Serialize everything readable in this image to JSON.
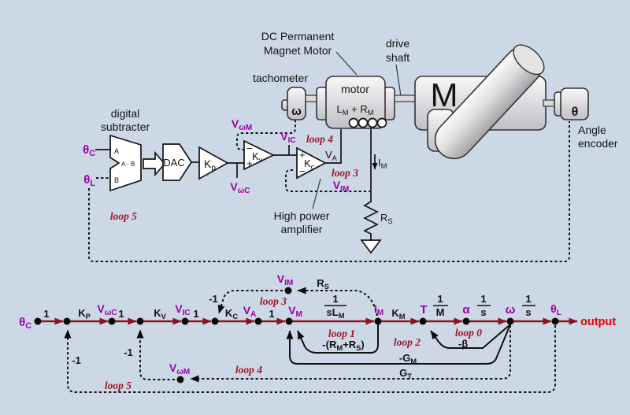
{
  "colors": {
    "bg": "#ccd8e6",
    "wire": "#87141f",
    "purple": "#9c00a8",
    "loopred": "#a11622",
    "outred": "#e00000",
    "ink": "#131313",
    "metal_light": "#f7f7f8",
    "metal_dark": "#c0c0c6"
  },
  "sym": {
    "theta_c": [
      [
        "θ",
        ""
      ],
      [
        "C",
        "sub"
      ]
    ],
    "theta_l": [
      [
        "θ",
        ""
      ],
      [
        "L",
        "sub"
      ]
    ],
    "v_wm": [
      [
        "V",
        ""
      ],
      [
        "ωM",
        "sub"
      ]
    ],
    "v_wc": [
      [
        "V",
        ""
      ],
      [
        "ωC",
        "sub"
      ]
    ],
    "v_ic": [
      [
        "V",
        ""
      ],
      [
        "IC",
        "sub"
      ]
    ],
    "v_im": [
      [
        "V",
        ""
      ],
      [
        "IM",
        "sub"
      ]
    ],
    "v_a": [
      [
        "V",
        ""
      ],
      [
        "A",
        "sub"
      ]
    ],
    "v_m": [
      [
        "V",
        ""
      ],
      [
        "M",
        "sub"
      ]
    ],
    "i_m": [
      [
        "I",
        ""
      ],
      [
        "M",
        "sub"
      ]
    ],
    "r_s": [
      [
        "R",
        ""
      ],
      [
        "S",
        "sub"
      ]
    ],
    "t": "T",
    "alpha": "α",
    "omega": "ω",
    "theta": "θ",
    "one": "1",
    "minus_one": "-1",
    "neg_beta": "-β",
    "k_m": [
      [
        "K",
        ""
      ],
      [
        "M",
        "sub"
      ]
    ],
    "g_t": [
      [
        "G",
        ""
      ],
      [
        "T",
        "sub"
      ]
    ],
    "neg_g_m": [
      [
        "-G",
        ""
      ],
      [
        "M",
        "sub"
      ]
    ],
    "loop1_gain": [
      [
        "-(R",
        ""
      ],
      [
        "M",
        "sub"
      ],
      [
        "+R",
        ""
      ],
      [
        "S",
        "sub"
      ],
      [
        ")",
        ""
      ]
    ]
  },
  "upper": {
    "subtracter_title1": "digital",
    "subtracter_title2": "subtracter",
    "input_a": "A",
    "a_minus_b": "A - B",
    "input_b": "B",
    "dac": "DAC",
    "k_p": [
      [
        "K",
        ""
      ],
      [
        "p",
        "sub"
      ]
    ],
    "k_v": [
      [
        "K",
        ""
      ],
      [
        "v",
        "sub"
      ]
    ],
    "k_c": [
      [
        "K",
        ""
      ],
      [
        "c",
        "sub"
      ]
    ],
    "plus": "+",
    "minus": "−",
    "motor_title1": "DC Permanent",
    "motor_title2": "Magnet Motor",
    "tachometer": "tachometer",
    "drive1": "drive",
    "drive2": "shaft",
    "motor_name": "motor",
    "motor_winding": [
      [
        "L",
        ""
      ],
      [
        "M",
        "sub"
      ],
      [
        " + R",
        ""
      ],
      [
        "M",
        "sub"
      ]
    ],
    "load_m": "M",
    "angle1": "Angle",
    "angle2": "encoder",
    "hpa1": "High power",
    "hpa2": "amplifier",
    "loop3": "loop 3",
    "loop4": "loop 4",
    "loop5": "loop 5"
  },
  "lower": {
    "gains": {
      "k_p": [
        [
          "K",
          ""
        ],
        [
          "P",
          "sub"
        ]
      ],
      "k_v": [
        [
          "K",
          ""
        ],
        [
          "V",
          "sub"
        ]
      ],
      "k_c": [
        [
          "K",
          ""
        ],
        [
          "C",
          "sub"
        ]
      ],
      "frac_num": "1",
      "frac_den_slm": [
        [
          "sL",
          ""
        ],
        [
          "M",
          "sub"
        ]
      ],
      "frac_den_m": "M",
      "frac_den_s": "s"
    },
    "loops": {
      "loop0": "loop 0",
      "loop1": "loop 1",
      "loop2": "loop 2",
      "loop3": "loop 3",
      "loop4": "loop 4",
      "loop5": "loop 5"
    },
    "output": "output"
  }
}
